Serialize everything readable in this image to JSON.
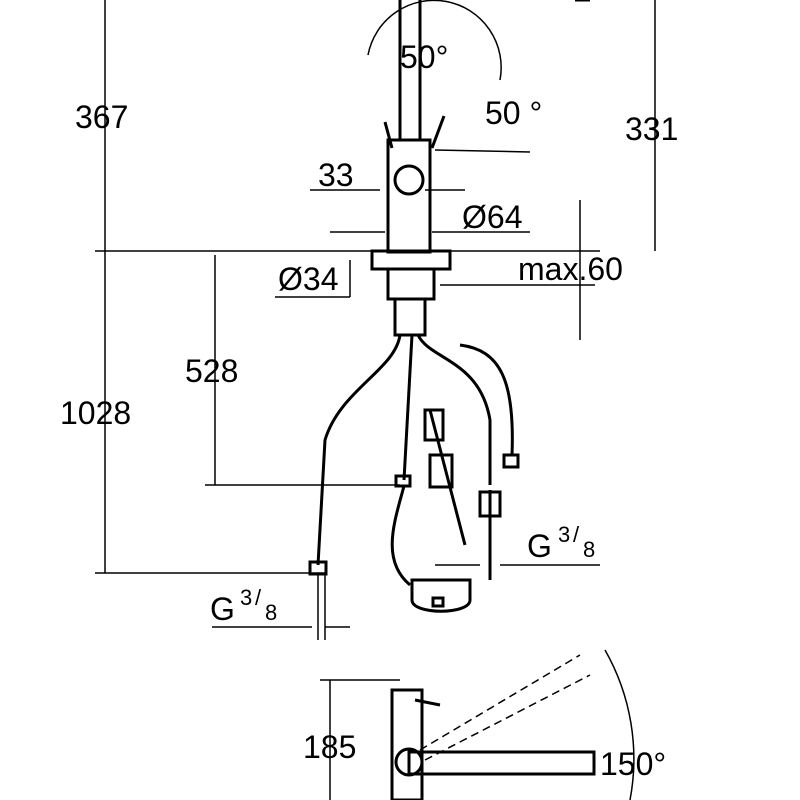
{
  "dimensions": {
    "lever_angle_front": "50°",
    "lever_angle_side": "50 °",
    "height_spout": "367",
    "height_outlet": "331",
    "lever_offset": "33",
    "body_diameter": "Ø64",
    "hole_diameter": "Ø34",
    "max_thickness": "max.60",
    "hose_depth": "528",
    "hose_length": "1028",
    "connection_left": {
      "letter": "G",
      "num": "3",
      "den": "8"
    },
    "connection_right": {
      "letter": "G",
      "num": "3",
      "den": "8"
    },
    "top_view_depth": "185",
    "swivel_angle": "150°"
  }
}
